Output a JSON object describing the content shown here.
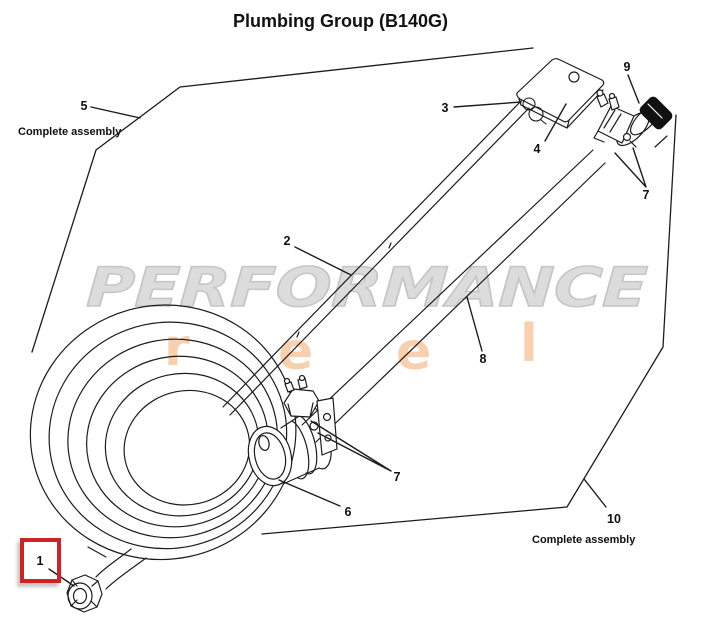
{
  "title": "Plumbing Group (B140G)",
  "watermark": {
    "line1": "PERFORMANCE",
    "letters": [
      "r",
      "e",
      "e",
      "l"
    ],
    "color_main": "#dcdcdc",
    "color_accent": "#f9d0ad"
  },
  "callouts": {
    "c1": {
      "label": "1"
    },
    "c2": {
      "label": "2"
    },
    "c3": {
      "label": "3"
    },
    "c4": {
      "label": "4"
    },
    "c5": {
      "label": "5",
      "note": "Complete assembly"
    },
    "c6": {
      "label": "6"
    },
    "c7a": {
      "label": "7"
    },
    "c7b": {
      "label": "7"
    },
    "c8": {
      "label": "8"
    },
    "c9": {
      "label": "9"
    },
    "c10": {
      "label": "10",
      "note": "Complete assembly"
    }
  },
  "colors": {
    "line": "#1c1c1c",
    "highlight_box": "#cf2222"
  }
}
